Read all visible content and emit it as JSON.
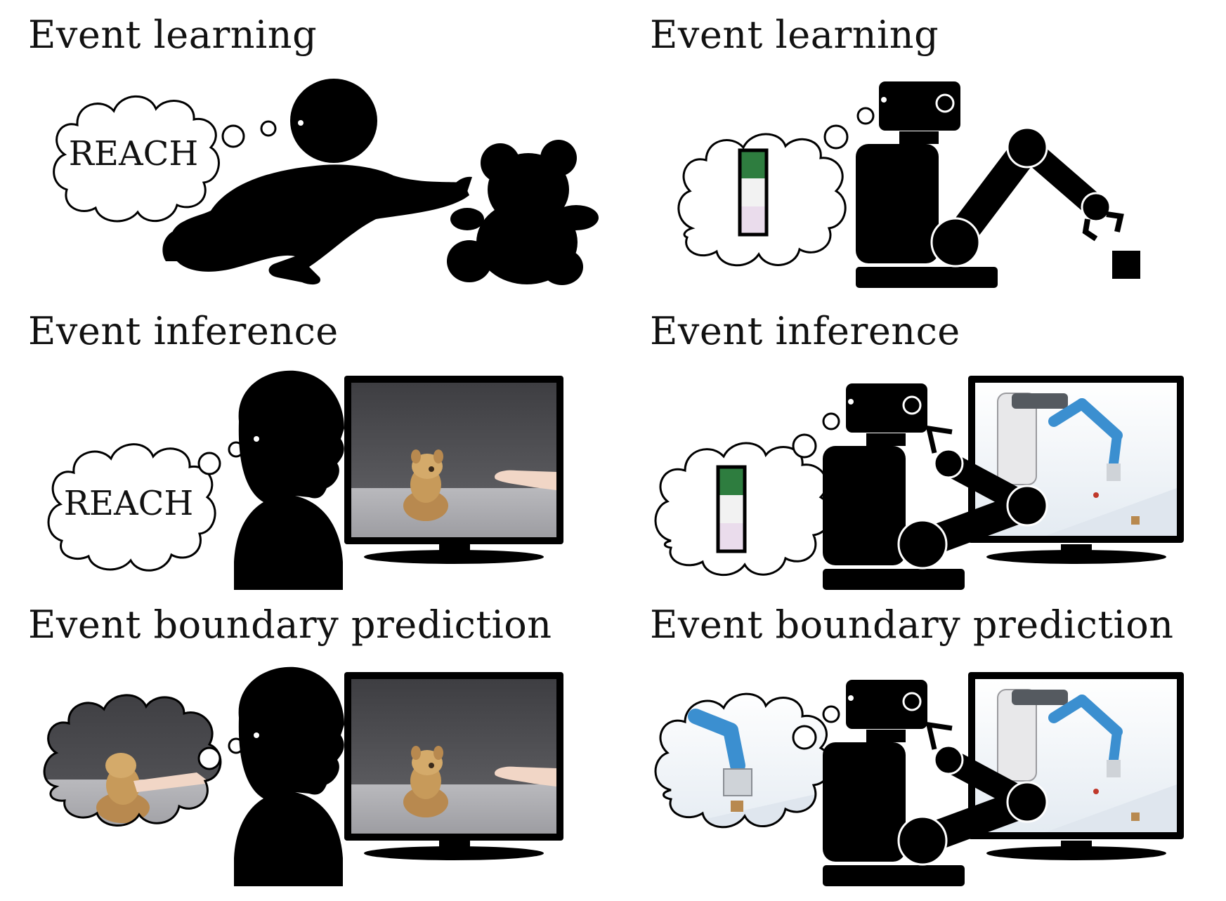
{
  "left_column": {
    "row1_title": "Event learning",
    "row2_title": "Event inference",
    "row3_title": "Event boundary prediction",
    "thought_word_row1": "REACH",
    "thought_word_row2": "REACH"
  },
  "right_column": {
    "row1_title": "Event learning",
    "row2_title": "Event inference",
    "row3_title": "Event boundary prediction"
  },
  "colors": {
    "silhouette": "#000000",
    "bar_top": "#2e7d3f",
    "bar_middle": "#f2f2f2",
    "bar_bottom": "#eadcec",
    "screen_wall": "#4a4a4d",
    "screen_table": "#a7a7ab",
    "sim_floor": "#e9eef4",
    "robot_arm_blue": "#3b8fd0",
    "toy_brown": "#c79a5a"
  }
}
